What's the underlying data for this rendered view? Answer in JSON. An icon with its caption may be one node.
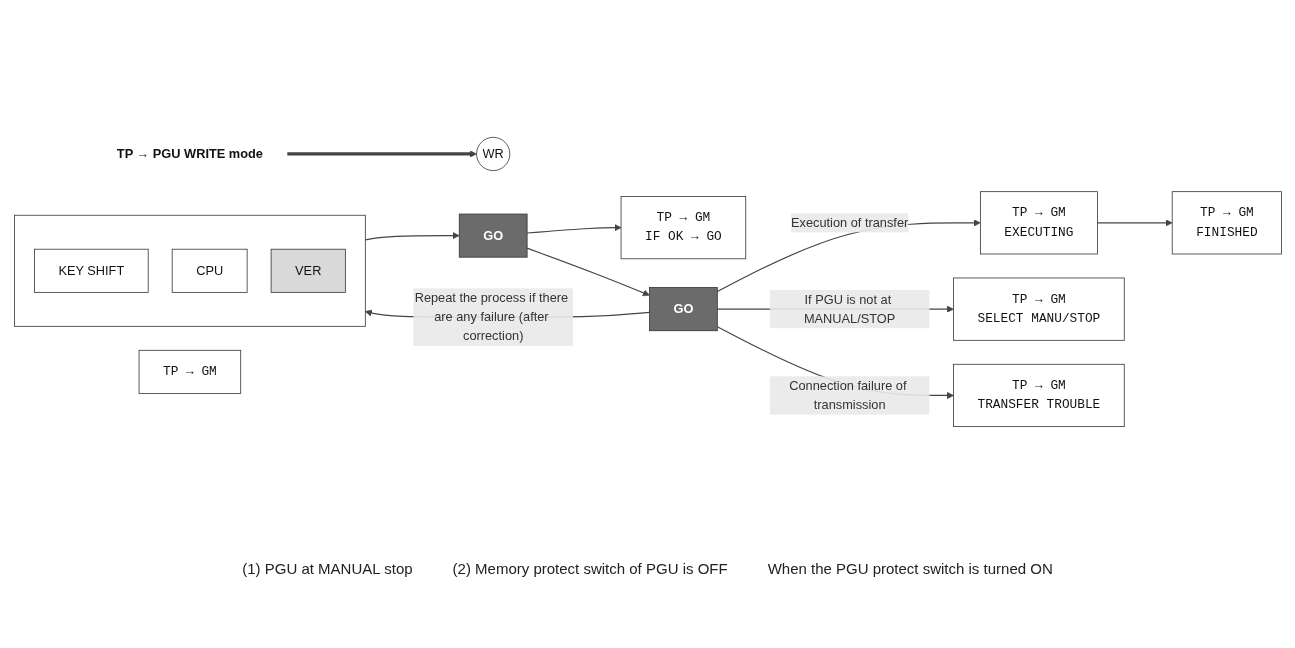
{
  "diagram": {
    "nodes": [
      {
        "text": [],
        "shape": "box"
      },
      {
        "text": [
          "KEY SHIFT"
        ],
        "in": 0
      },
      {
        "text": [
          "CPU"
        ],
        "in": 0
      },
      {
        "text": [
          "VER"
        ],
        "in": 0
      },
      {
        "text": [
          "TP → PGU WRITE mode"
        ]
      },
      {
        "text": [
          "WR"
        ]
      },
      {
        "text": [
          "TP → GM"
        ]
      },
      {
        "text": [
          "GO"
        ]
      },
      {
        "text": [
          "TP → GM",
          "IF OK → GO"
        ]
      },
      {
        "text": [
          "GO"
        ]
      },
      {
        "text": [
          "TP → GM",
          "EXECUTING"
        ]
      },
      {
        "text": [
          "TP → GM",
          "FINISHED"
        ]
      },
      {
        "text": [
          "TP → GM",
          "SELECT MANU/STOP"
        ]
      },
      {
        "text": [
          "TP → GM",
          "TRANSFER TROUBLE"
        ]
      }
    ],
    "edges": [
      {
        "from": 4,
        "to": 5,
        "arrow": "to",
        "style": "thick"
      },
      {
        "from": 0,
        "to": 7,
        "arrow": "to"
      },
      {
        "from": 7,
        "to": 8,
        "arrow": "to"
      },
      {
        "from": 7,
        "to": 9,
        "arrow": "to"
      },
      {
        "from": 9,
        "to": 10,
        "arrow": "to",
        "label": "Execution of transfer"
      },
      {
        "from": 10,
        "to": 11,
        "arrow": "to"
      },
      {
        "from": 9,
        "to": 12,
        "arrow": "to",
        "label": "If PGU is not at MANUAL/STOP"
      },
      {
        "from": 9,
        "to": 13,
        "arrow": "to",
        "label": "Connection failure of transmission"
      },
      {
        "from": 9,
        "to": 0,
        "arrow": "to",
        "label": "Repeat the process if there are any failure (after correction)"
      }
    ],
    "labels": [
      "(1) PGU at MANUAL stop",
      "(2) Memory protect switch of PGU is OFF",
      "When the PGU protect switch is turned ON"
    ]
  }
}
